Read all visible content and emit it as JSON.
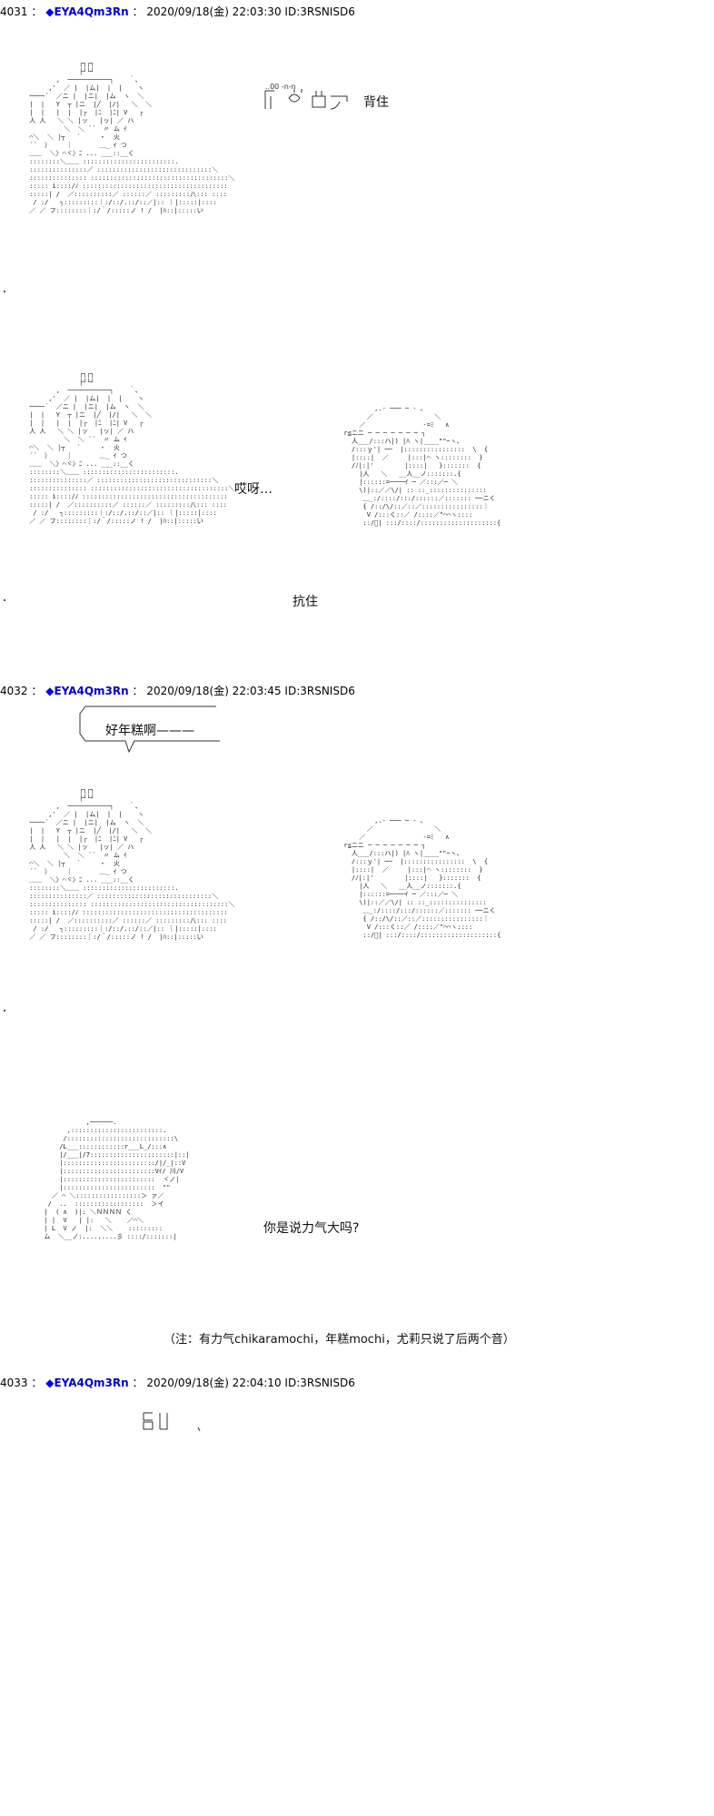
{
  "posts": [
    {
      "number": "4031",
      "sep": "：",
      "diamond": "◆",
      "name": "EYA4Qm3Rn",
      "sep2": "：",
      "datetime": "2020/09/18(金) 22:03:30",
      "id": "ID:3RSNISD6"
    },
    {
      "number": "4032",
      "sep": "：",
      "diamond": "◆",
      "name": "EYA4Qm3Rn",
      "sep2": "：",
      "datetime": "2020/09/18(金) 22:03:45",
      "id": "ID:3RSNISD6"
    },
    {
      "number": "4033",
      "sep": "：",
      "diamond": "◆",
      "name": "EYA4Qm3Rn",
      "sep2": "：",
      "datetime": "2020/09/18(金) 22:04:10",
      "id": "ID:3RSNISD6"
    }
  ],
  "labels": {
    "beizhu": "背住",
    "aiya": "哎呀…",
    "kangzhu": "抗住",
    "speech": "好年糕啊———",
    "question": "你是说力气大吗?",
    "note": "（注：有力气chikaramochi，年糕mochi，尤莉只说了后两个音）"
  },
  "art": {
    "char_a": "              ┌┐┌┐\n              ├┘└┘\n        ,  ───────────┐    ｀、\n      ,'  ／ |  |ム|  |  |    ヽ\n ────´  ／ニ |  |ニ|  |ム  ヽ  ＼\n |  |   Y  ┬ |ニ  |╱  |/|   ＼  ＼\n |  |   |  |  |┌  |ﾆ  |ﾆ| V   ┌\n 人 人   ＼ ＼ |ッ   |ッ| ／ ハ\n          ＼  ＼ ´´  〃 ム ｲ\n ⌒＼  ＼ |┬   ´     ・  火\n ´´  ）    ｜       ＿_ ｲ つ\n ＿＿  ＼〉⌒ヾ〉ﾆ ... ___::__く\n ::::::::＼＿＿ ::::::::::::::::::::::::.\n :::::::::::::::／ ::::::::::::::::::::::::::::::＼\n ::::::::::::::: ::::::::::::::::::::::::::::::::::::＼\n ::::: i::::/ﾉ ::::::::::::::::::::::::::::::::::::::\n :::::| /  ／::::::::::／ ::::::／ :::::::::八::: ::::\n  / :/   ┐:::::::::｜:/::/.::/::／|:: ｜|:::::|::::\n ／ ／ フ::::::::｜:/｀/:::::ノ ! /  |ﾊ::|:::::い",
    "char_b": "          ,.- ─── ─ - ､\n        ／                ＼\n      ／               -=ﾐ   ∧\n  r≦ニニ ─ ─ ─ ─ ─ ─ ─ ┐\n    人___/:::ハ|) |ﾊ ヽ|____\"\"~ヽ、\n    /:::ｙ'| ──  |::::::::::::::::  \\  {\n    |::::|  ／     |:::|⌒ ヽ::::::::  }\n    /ﾉ|:|'        |::::|   }:::::::  {\n      |人   ＼   __人__ノ:::::::.{\n      |::::::=────ｲ ─ ／:::／─ ＼\n      \\)|::／／\\/| :: ::_:::::::::::::::\n       ＿_:/::::/:::/::::::／::::::: ──ニく\n       { /::/\\/::／::／::::::::::::::::｜\n        V /:::く::／ /::::／\"⌒⌒ヽ::::\n       ::/ﾞ| :::/::::/::::::::::::::::::::{",
    "char_c": "             ,──────.\n        ,::::::::::::::::::::::::.\n       /::::::::::::::::::::::::::::\\\n      /L___::::::::::::r___L_/:::∧\n      |/___|/7::::::::::::::::::::::|::|\n      |::::::::::::::::::::::::/|/_|::V\n      |::::::::::::::::::::::::Vｲ/ 川/V\n      |::::::::::::::::::::::::  ヾノ|\n      |::::::::::::::::::::::::  \"\"\n    ／ ⌒ ＼:::::::::::::::::＞ ァ／\n   /  ..  ::::::::::::::::::  ＞イ\n  |  ( ∧  )|: ＼ＮＮＮＮ く\n  | |  V   | |:   ＼    ／⌒＼\n  | L  V ノ  |:  ＼＼    :::::::::\n  ム  ＼__ノ:.........彡 ::::/:::::::|"
  }
}
